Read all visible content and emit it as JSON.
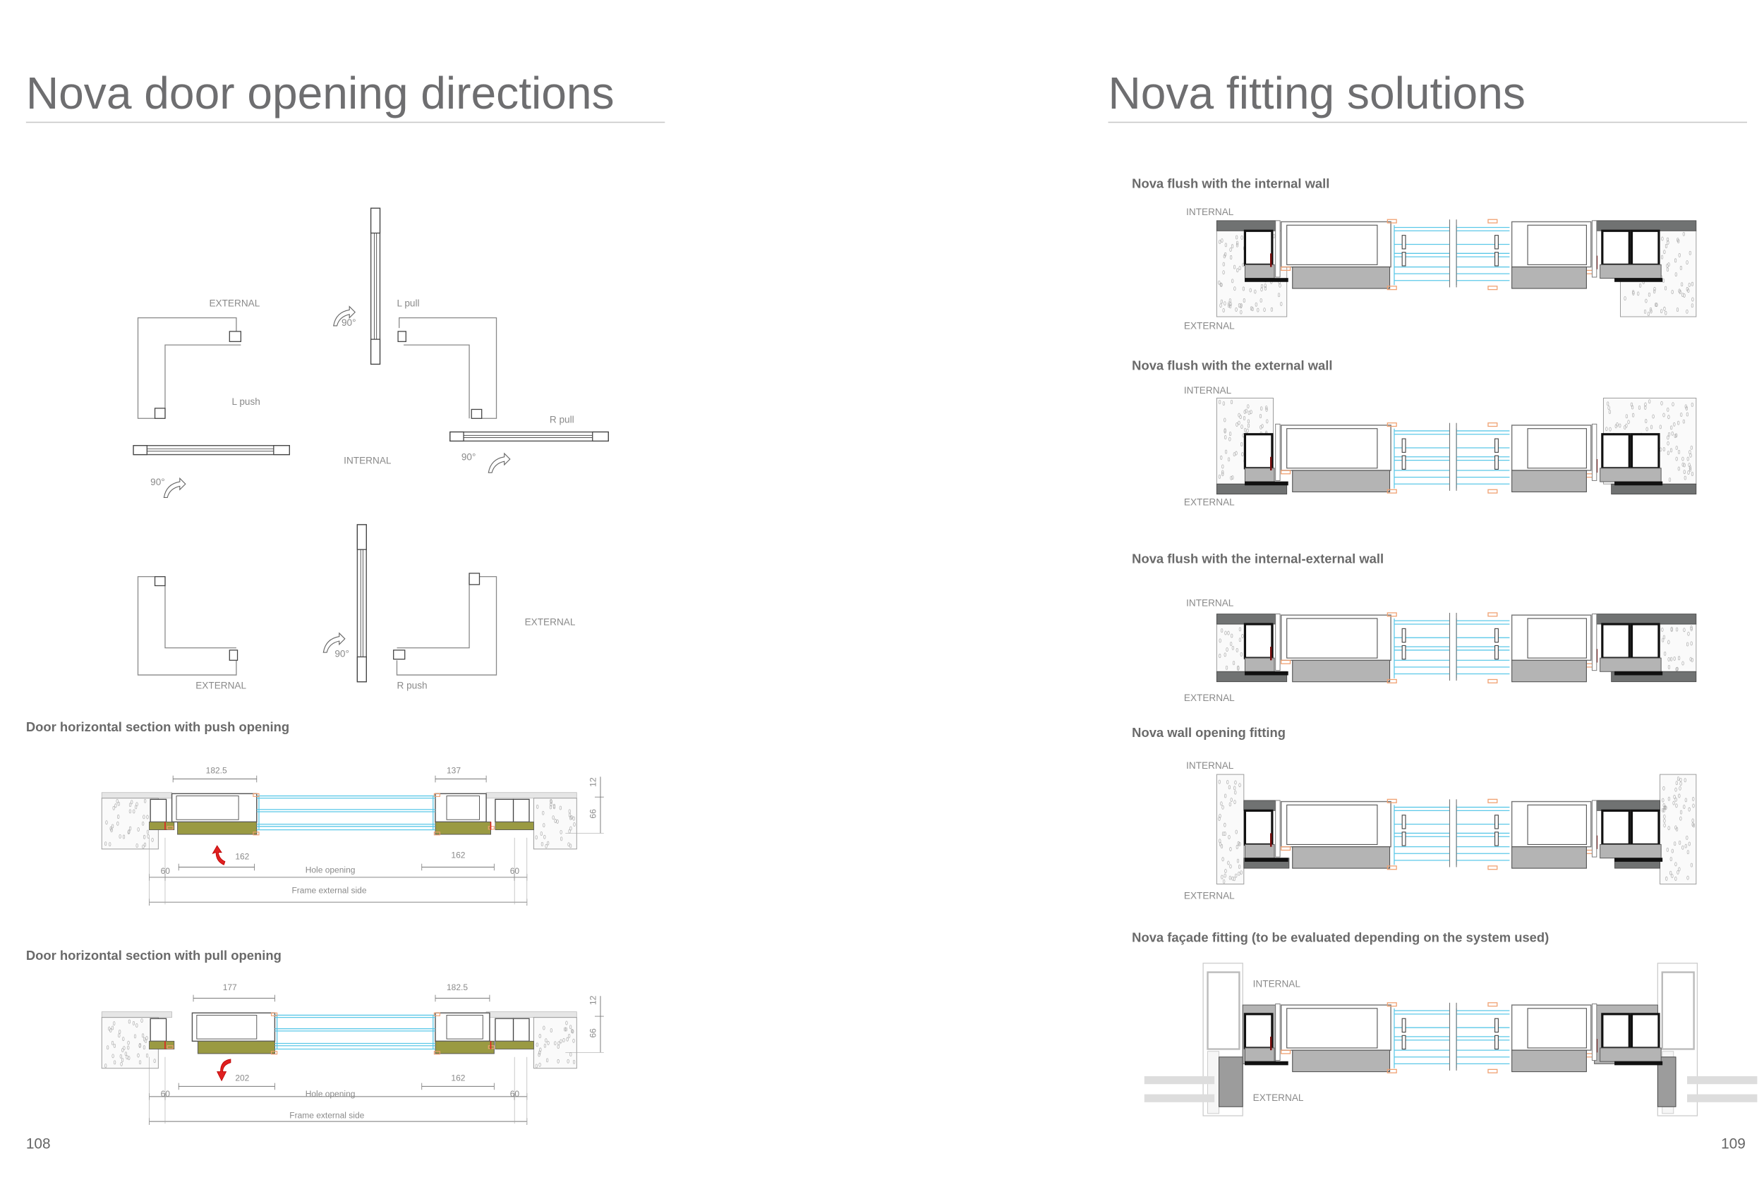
{
  "left_page": {
    "title": "Nova door opening directions",
    "page_number": "108",
    "opening_directions": {
      "labels": {
        "external_top": "EXTERNAL",
        "l_pull": "L pull",
        "l_push": "L push",
        "r_pull": "R pull",
        "internal": "INTERNAL",
        "external_right": "EXTERNAL",
        "external_bottom": "EXTERNAL",
        "r_push": "R push"
      },
      "angle": "90°"
    },
    "push_section": {
      "heading": "Door horizontal section with push opening",
      "dims": {
        "top_left": "182.5",
        "top_right": "137",
        "left_inner": "162",
        "right_inner": "162",
        "left_60": "60",
        "right_60": "60",
        "v12": "12",
        "v66": "66"
      },
      "hole_opening": "Hole opening",
      "frame_external_side": "Frame external side"
    },
    "pull_section": {
      "heading": "Door horizontal section with pull opening",
      "dims": {
        "top_left": "177",
        "top_right": "182.5",
        "left_inner": "202",
        "right_inner": "162",
        "left_60": "60",
        "right_60": "60",
        "v12": "12",
        "v66": "66"
      },
      "hole_opening": "Hole opening",
      "frame_external_side": "Frame external side"
    }
  },
  "right_page": {
    "title": "Nova fitting solutions",
    "page_number": "109",
    "sections": [
      {
        "heading": "Nova flush with the internal wall",
        "internal": "INTERNAL",
        "external": "EXTERNAL"
      },
      {
        "heading": "Nova flush with the external wall",
        "internal": "INTERNAL",
        "external": "EXTERNAL"
      },
      {
        "heading": "Nova flush with the internal-external wall",
        "internal": "INTERNAL",
        "external": "EXTERNAL"
      },
      {
        "heading": "Nova wall opening fitting",
        "internal": "INTERNAL",
        "external": "EXTERNAL"
      },
      {
        "heading": "Nova façade fitting (to be evaluated depending on the system used)",
        "internal": "INTERNAL",
        "external": "EXTERNAL"
      }
    ]
  },
  "colors": {
    "text": "#6e6e70",
    "glass": "#5bc8e8",
    "seal": "#f0a070",
    "insulation": "#9a9a42",
    "profile_fill": "#b4b4b4",
    "dark_strip": "#707272",
    "arrow_red": "#e02020"
  }
}
